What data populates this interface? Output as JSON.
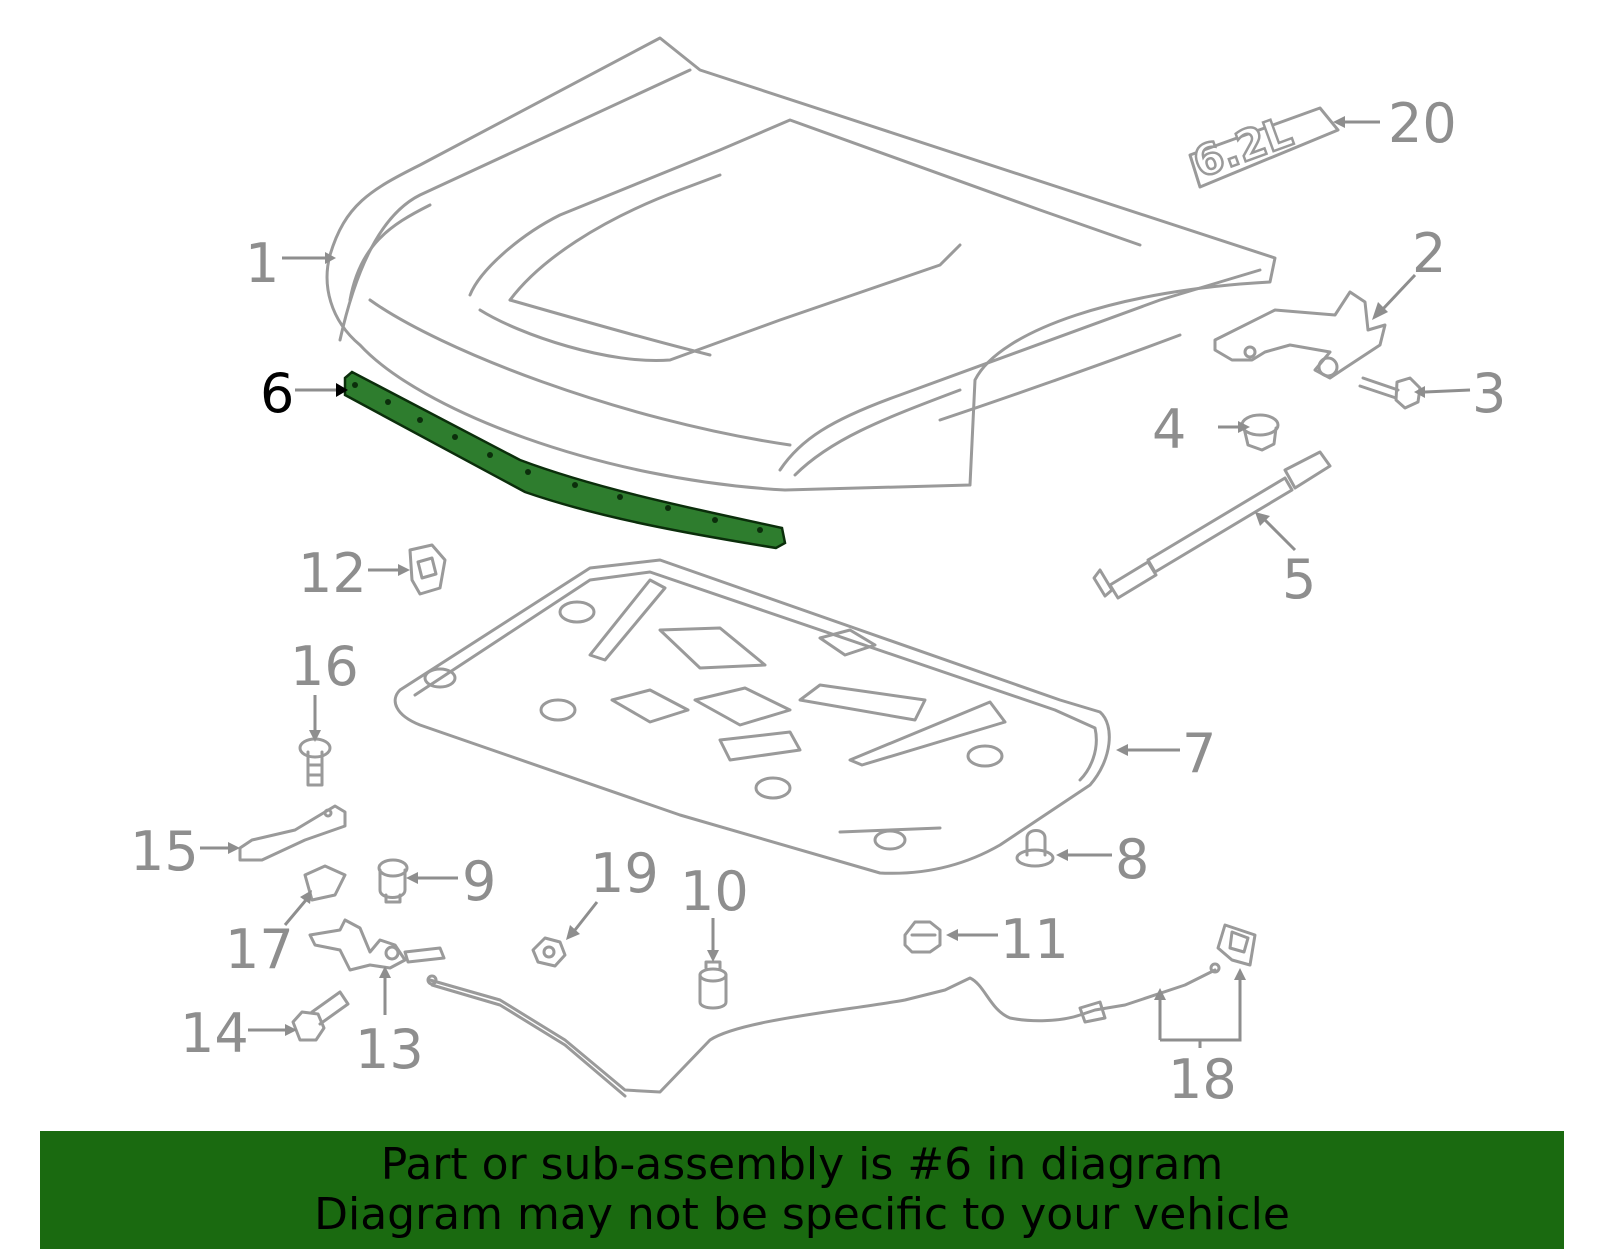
{
  "diagram": {
    "highlight_color": "#2e7d2e",
    "banner_color": "#1a6a10",
    "highlighted_part": "6",
    "callouts": [
      {
        "id": "1",
        "label": "1"
      },
      {
        "id": "2",
        "label": "2"
      },
      {
        "id": "3",
        "label": "3"
      },
      {
        "id": "4",
        "label": "4"
      },
      {
        "id": "5",
        "label": "5"
      },
      {
        "id": "6",
        "label": "6"
      },
      {
        "id": "7",
        "label": "7"
      },
      {
        "id": "8",
        "label": "8"
      },
      {
        "id": "9",
        "label": "9"
      },
      {
        "id": "10",
        "label": "10"
      },
      {
        "id": "11",
        "label": "11"
      },
      {
        "id": "12",
        "label": "12"
      },
      {
        "id": "13",
        "label": "13"
      },
      {
        "id": "14",
        "label": "14"
      },
      {
        "id": "15",
        "label": "15"
      },
      {
        "id": "16",
        "label": "16"
      },
      {
        "id": "17",
        "label": "17"
      },
      {
        "id": "18",
        "label": "18"
      },
      {
        "id": "19",
        "label": "19"
      },
      {
        "id": "20",
        "label": "20"
      }
    ],
    "emblem_text": "6.2L"
  },
  "banner": {
    "line1": "Part or sub-assembly is #6 in diagram",
    "line2": "Diagram may not be specific to your vehicle"
  }
}
